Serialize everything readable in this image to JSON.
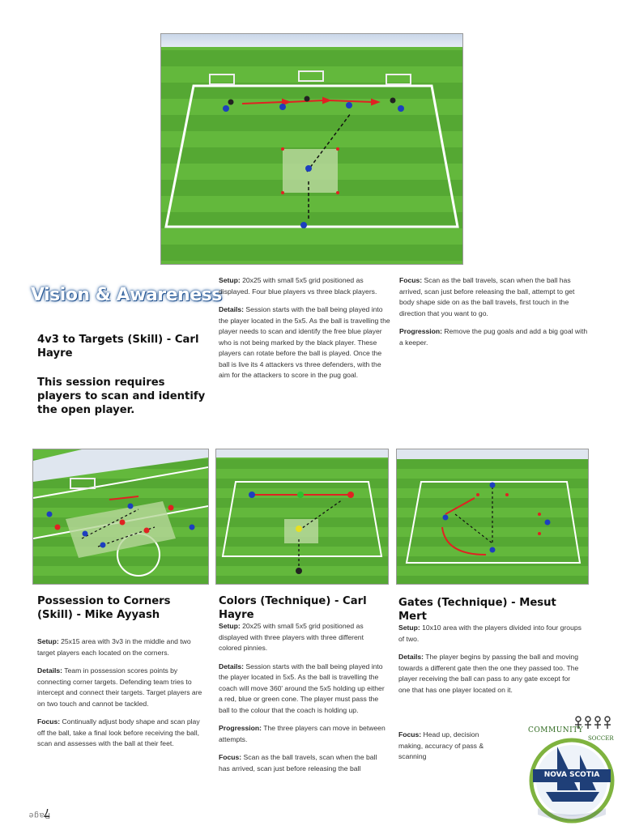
{
  "page": {
    "label": "Page",
    "number": "7"
  },
  "banner": {
    "text": "Vision & Awareness",
    "color": "#2a5d9c"
  },
  "main": {
    "title": "4v3 to Targets (Skill) - Carl Hayre",
    "description": "This session requires players to scan and identify the open player.",
    "setup_label": "Setup:",
    "setup": " 20x25 with small 5x5 grid positioned as displayed. Four blue players vs three black players.",
    "details_label": "Details:",
    "details": " Session starts with the ball being played into the player located in the 5x5. As the ball is travelling the player needs to scan and identify the free blue player who is not being marked by the black player. These players can rotate before the ball is played. Once the ball is live its 4 attackers vs three defenders, with the aim for the attackers to score in the pug goal.",
    "focus_label": "Focus:",
    "focus": " Scan as the ball travels, scan when the ball has arrived, scan just before releasing the ball, attempt to get body shape side on as the ball travels, first touch in the direction that you want to go.",
    "progression_label": "Progression:",
    "progression": " Remove the pug goals and add a big goal with a keeper."
  },
  "sessions": [
    {
      "title": "Possession to Corners (Skill) - Mike Ayyash",
      "setup_label": "Setup:",
      "setup": " 25x15 area with 3v3 in the middle and two target players each located on the corners.",
      "details_label": "Details:",
      "details": " Team in possession scores points by connecting corner targets. Defending team tries to intercept and connect their targets. Target players are on two touch and cannot be tackled.",
      "focus_label": "Focus:",
      "focus": " Continually adjust body shape and scan play off the ball, take a final look before receiving the ball, scan and assesses with the ball at their feet."
    },
    {
      "title": "Colors (Technique) - Carl Hayre",
      "setup_label": "Setup:",
      "setup": " 20x25 with small 5x5 grid positioned as displayed with three players with three different colored pinnies.",
      "details_label": "Details:",
      "details": " Session starts with the ball being played into the player located in 5x5. As the ball is travelling the coach will move 360' around the 5x5 holding up either a red, blue or green cone. The player must pass the ball to the colour that the coach is holding up.",
      "progression_label": "Progression:",
      "progression": " The three players can move in between attempts.",
      "focus_label": "Focus:",
      "focus": " Scan as the ball travels, scan when the ball has arrived, scan just before releasing the ball"
    },
    {
      "title": "Gates (Technique) - Mesut Mert",
      "setup_label": "Setup:",
      "setup": " 10x10 area with the players divided into four groups of two.",
      "details_label": "Details:",
      "details": " The player begins by passing the ball and moving towards a different gate then the one they passed too. The player receiving the ball can pass to any gate except for one that has one player located on it.",
      "focus_label": "Focus:",
      "focus": " Head up, decision making, accuracy of pass & scanning"
    }
  ],
  "logo": {
    "top_text": "COMMUNITY",
    "side_text": "SOCCER",
    "banner_text": "NOVA SCOTIA",
    "navy": "#1f3f78",
    "green": "#7fb33f"
  },
  "colors": {
    "pitch_light": "#63b83c",
    "pitch_dark": "#4e9e2e",
    "blue_player": "#1d3fbf",
    "black_player": "#222222",
    "pass_red": "#e02222"
  }
}
